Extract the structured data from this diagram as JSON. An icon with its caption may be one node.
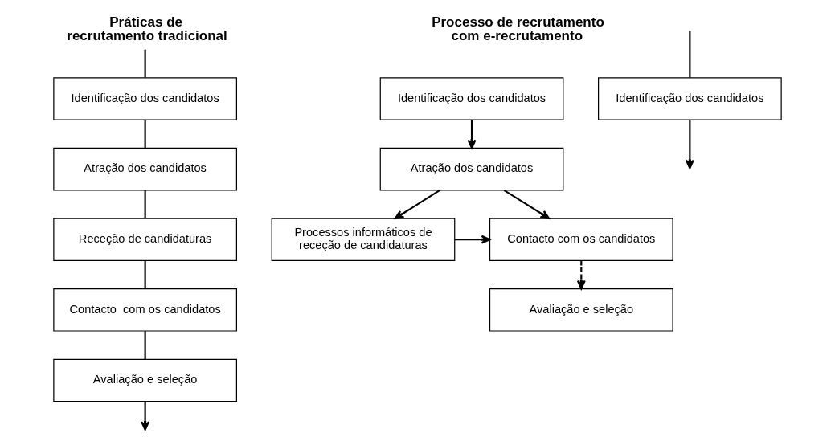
{
  "diagram": {
    "nodes": [
      {
        "text": [
          "Práticas de recrutamento tradicional"
        ]
      },
      {
        "text": [
          "Identificação dos candidatos"
        ]
      },
      {
        "text": [
          "Atração dos candidatos"
        ]
      },
      {
        "text": [
          "Receção de candidaturas"
        ]
      },
      {
        "text": [
          "Contacto  com os candidatos"
        ]
      },
      {
        "text": [
          "Avaliação e seleção"
        ]
      },
      {
        "text": [
          "Identificação dos candidatos"
        ]
      },
      {
        "text": [
          "Atração dos candidatos"
        ]
      },
      {
        "text": [
          "Processos informáticos de receção de candidaturas"
        ]
      },
      {
        "text": [
          "Contacto com os candidatos"
        ]
      },
      {
        "text": [
          "Avaliação e seleção"
        ]
      },
      {
        "text": [
          "Identificação dos candidatos"
        ]
      }
    ],
    "edges": [
      {
        "from": 0,
        "to": 1,
        "arrow": "none"
      },
      {
        "from": 1,
        "to": 2,
        "arrow": "none"
      },
      {
        "from": 2,
        "to": 3,
        "arrow": "none"
      },
      {
        "from": 3,
        "to": 4,
        "arrow": "none"
      },
      {
        "from": 4,
        "to": 5,
        "arrow": "none"
      },
      {
        "from": 5,
        "to": null,
        "arrow": "to"
      },
      {
        "from": 6,
        "to": 7,
        "arrow": "to"
      },
      {
        "from": 7,
        "to": 8,
        "arrow": "to"
      },
      {
        "from": 7,
        "to": 9,
        "arrow": "to"
      },
      {
        "from": 8,
        "to": 9,
        "arrow": "to"
      },
      {
        "from": 9,
        "to": 10,
        "arrow": "to",
        "style": "dashed"
      },
      {
        "from": null,
        "to": 11,
        "arrow": "none"
      },
      {
        "from": 11,
        "to": null,
        "arrow": "to"
      }
    ],
    "labels": [
      "Processo de recrutamento com e-recrutamento"
    ]
  }
}
